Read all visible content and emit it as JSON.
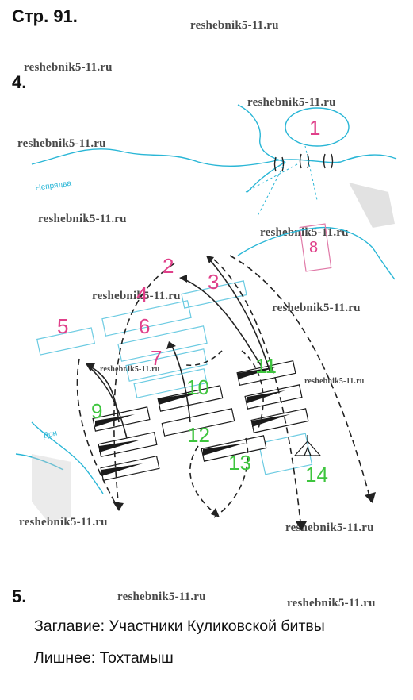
{
  "page_label": "Стр. 91.",
  "watermark": "reshebnik5-11.ru",
  "tasks": [
    {
      "number": "4."
    },
    {
      "number": "5."
    }
  ],
  "map": {
    "river_label": "Непрядва",
    "river2_label": "Дон",
    "labels": [
      "1",
      "2",
      "3",
      "4",
      "5",
      "6",
      "7",
      "8",
      "9",
      "10",
      "11",
      "12",
      "13",
      "14"
    ],
    "colors": {
      "river": "#29b6d6",
      "numbers_red": "#e0408a",
      "numbers_green": "#3ec53e",
      "fields_blue": "#6ccbe2",
      "arrows": "#222222",
      "troop_blocks": "#1a1a1a"
    }
  },
  "answers": [
    {
      "label": "Заглавие:",
      "value": "Участники Куликовской битвы"
    },
    {
      "label": "Лишнее:",
      "value": "Тохтамыш"
    }
  ]
}
